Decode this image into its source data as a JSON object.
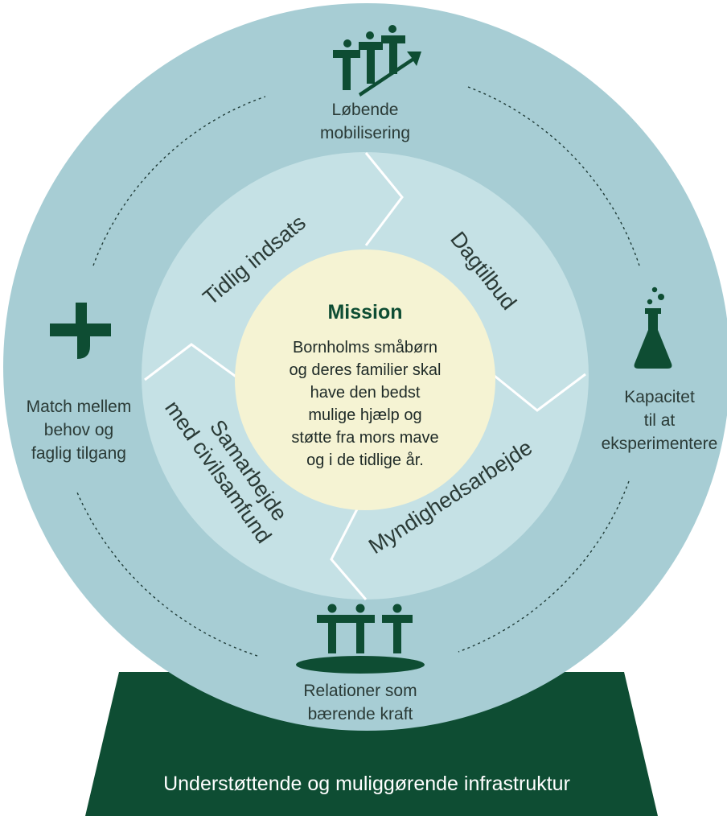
{
  "colors": {
    "outer_ring": "#a7cdd4",
    "middle_ring": "#c5e1e5",
    "center": "#f5f3d3",
    "dark_green": "#0e4d33",
    "text": "#2a3a36"
  },
  "mission": {
    "title": "Mission",
    "lines": [
      "Bornholms småbørn",
      "og deres familier skal",
      "have den bedst",
      "mulige hjælp og",
      "støtte fra mors mave",
      "og i de tidlige år."
    ]
  },
  "ring_segments": {
    "top_left": "Tidlig indsats",
    "top_right": "Dagtilbud",
    "bottom_right": "Myndighedsarbejde",
    "bottom_left_line1": "Samarbejde",
    "bottom_left_line2": "med civilsamfund"
  },
  "outer_items": {
    "top": {
      "line1": "Løbende",
      "line2": "mobilisering",
      "icon": "people-arrow-icon"
    },
    "right": {
      "line1": "Kapacitet",
      "line2": "til at",
      "line3": "eksperimentere",
      "icon": "flask-icon"
    },
    "bottom": {
      "line1": "Relationer som",
      "line2": "bærende kraft",
      "icon": "people-platform-icon"
    },
    "left": {
      "line1": "Match mellem",
      "line2": "behov og",
      "line3": "faglig tilgang",
      "icon": "cross-icon"
    }
  },
  "base": {
    "label": "Understøttende og muliggørende infrastruktur"
  }
}
